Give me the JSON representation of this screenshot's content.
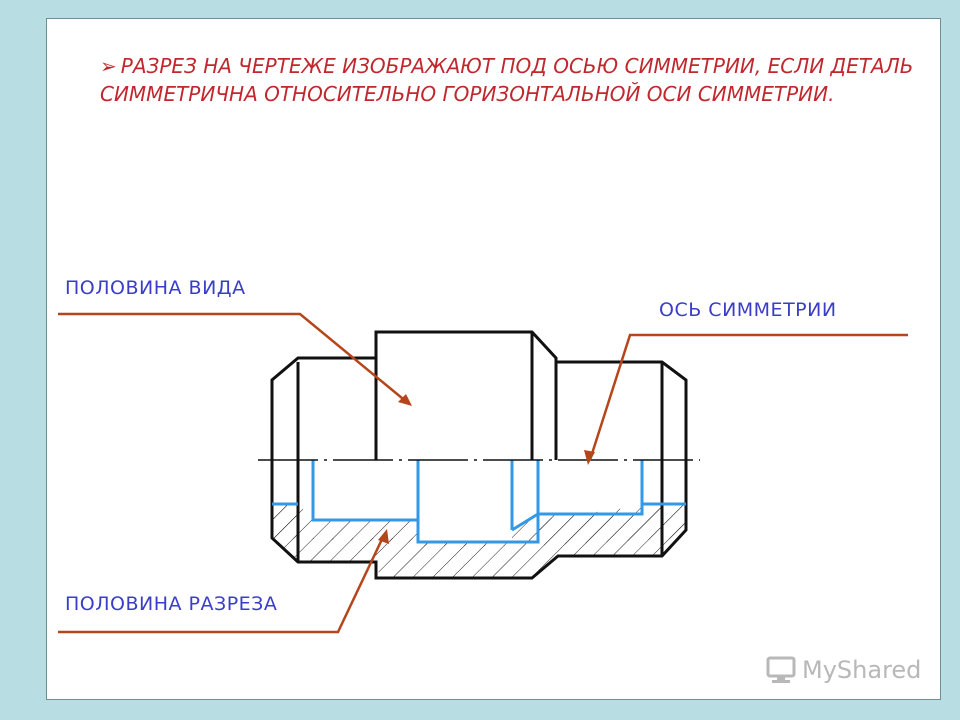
{
  "heading": {
    "bullet": "➢",
    "text": "РАЗРЕЗ НА ЧЕРТЕЖЕ ИЗОБРАЖАЮТ ПОД ОСЬЮ СИММЕТРИИ, ЕСЛИ ДЕТАЛЬ СИММЕТРИЧНА ОТНОСИТЕЛЬНО ГОРИЗОНТАЛЬНОЙ ОСИ  СИММЕТРИИ."
  },
  "labels": {
    "half_view": "ПОЛОВИНА ВИДА",
    "symmetry_axis": "ОСЬ СИММЕТРИИ",
    "half_section": "ПОЛОВИНА РАЗРЕЗА"
  },
  "colors": {
    "heading": "#c0282e",
    "label": "#3a3ec7",
    "leader": "#b5451b",
    "outline": "#111111",
    "inner_contour": "#3399e6",
    "hatch": "#222222"
  },
  "watermark": {
    "icon": "monitor-icon",
    "text": "MyShared"
  }
}
